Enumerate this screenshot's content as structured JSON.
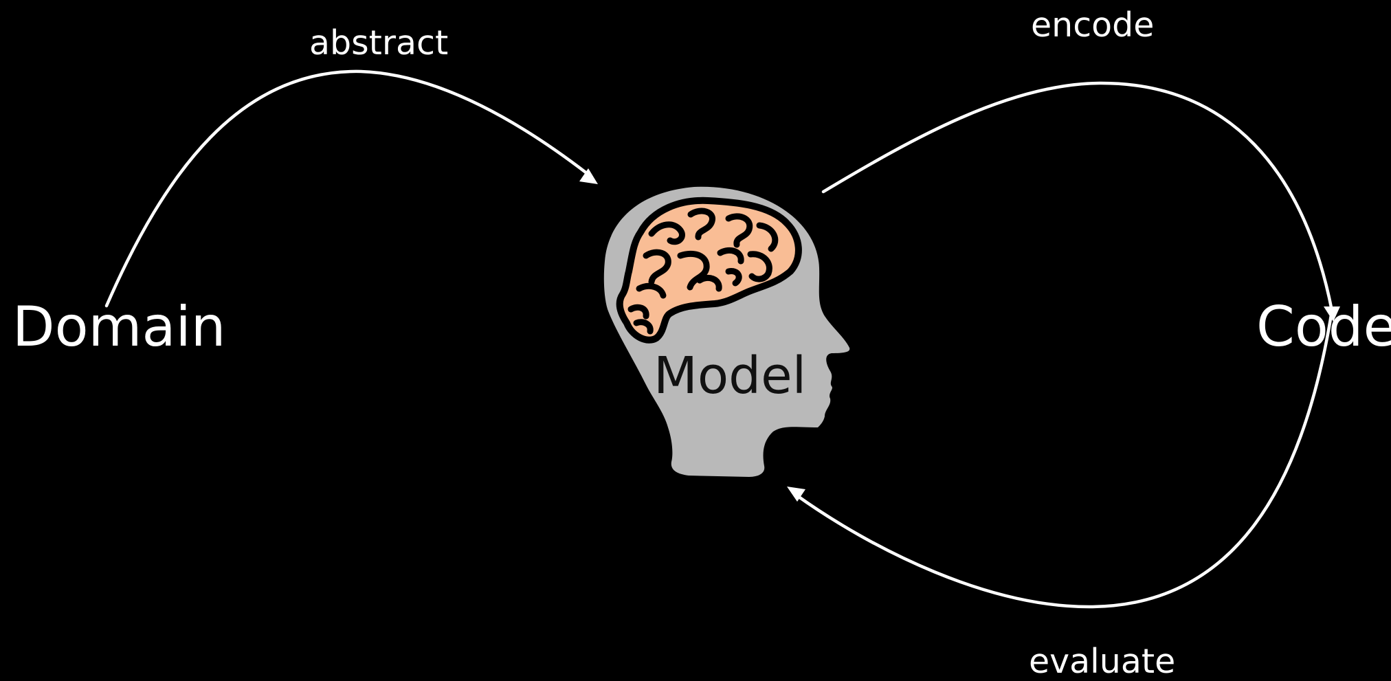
{
  "nodes": {
    "domain": "Domain",
    "model": "Model",
    "code": "Code"
  },
  "edges": {
    "abstract": "abstract",
    "encode": "encode",
    "evaluate": "evaluate"
  },
  "icons": {
    "head": "head-silhouette-icon",
    "brain": "brain-icon"
  },
  "colors": {
    "background": "#000000",
    "foreground": "#ffffff",
    "head": "#b9b9b9",
    "brain": "#f9bd95",
    "brain_outline": "#000000"
  }
}
